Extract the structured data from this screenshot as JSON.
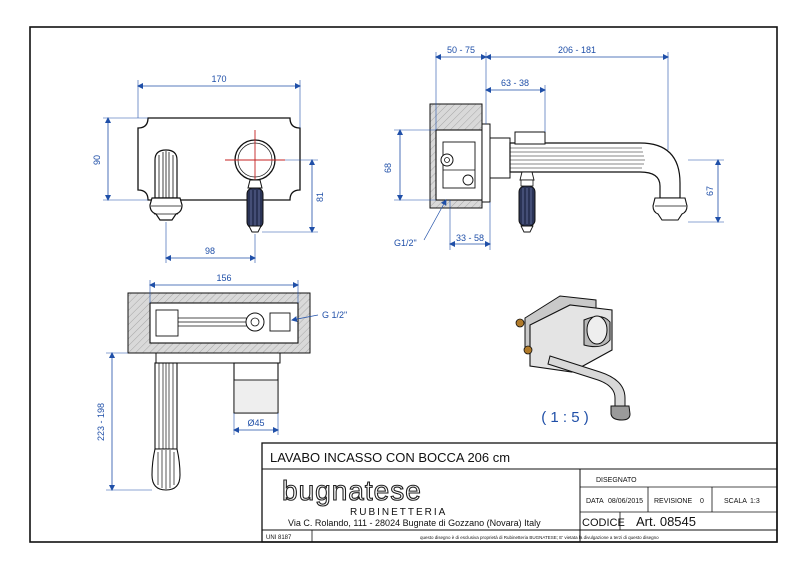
{
  "dimensions": {
    "front_width": "170",
    "front_height": "90",
    "front_lever_height": "81",
    "front_offset": "98",
    "side_top_left": "50 - 75",
    "side_top_right": "206 - 181",
    "side_inner": "63 - 38",
    "side_left_height": "68",
    "side_right_height": "67",
    "side_bottom": "33 - 58",
    "side_thread": "G1/2\"",
    "top_width": "156",
    "top_thread": "G 1/2\"",
    "top_depth": "223 - 198",
    "top_diameter": "Ø45"
  },
  "scale_note": "( 1 : 5 )",
  "title_block": {
    "product_title": "LAVABO INCASSO CON BOCCA 206 cm",
    "brand": "bugnatese",
    "brand_sub": "RUBINETTERIA",
    "address": "Via C. Rolando, 111 - 28024 Bugnate di Gozzano (Novara) Italy",
    "disegnato_label": "DISEGNATO",
    "data_label": "DATA",
    "data_value": "08/06/2015",
    "revisione_label": "REVISIONE",
    "revisione_value": "0",
    "scala_label": "SCALA",
    "scala_value": "1:3",
    "codice_label": "CODICE",
    "codice_value": "Art. 08545",
    "uni_label": "UNI 8187",
    "disclaimer": "questo disegno è di esclusiva proprietà di Rubinetteria BUGNATESE; E' vietata la divulgazione a terzi di questo disegno"
  }
}
